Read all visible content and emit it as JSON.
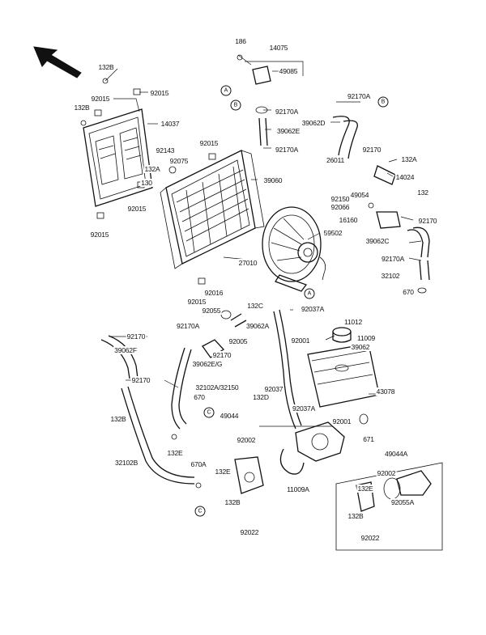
{
  "callouts": [
    "A",
    "B",
    "B",
    "A",
    "C",
    "C"
  ],
  "labels": [
    "186",
    "14075",
    "132B",
    "49085",
    "92015",
    "92170A",
    "92015",
    "132B",
    "92170A",
    "14037",
    "39062D",
    "39062E",
    "92015",
    "92170A",
    "92143",
    "92170",
    "132A",
    "26011",
    "92075",
    "132A",
    "14024",
    "39060",
    "130",
    "49054",
    "132",
    "92150",
    "92066",
    "92015",
    "16160",
    "92170",
    "92015",
    "59502",
    "39062C",
    "92170A",
    "27010",
    "32102",
    "92016",
    "670",
    "92015",
    "132C",
    "92037A",
    "92055",
    "11012",
    "92170A",
    "39062A",
    "92170",
    "11009",
    "92005",
    "92001",
    "39062",
    "39062F",
    "92170",
    "39062E/G",
    "92170",
    "32102A/32150",
    "92037",
    "43078",
    "670",
    "132D",
    "92037A",
    "49044",
    "132B",
    "92001",
    "132E",
    "92002",
    "671",
    "49044A",
    "670A",
    "32102B",
    "132E",
    "92002",
    "132E",
    "11009A",
    "92055A",
    "132B",
    "132B",
    "92022",
    "92022"
  ]
}
